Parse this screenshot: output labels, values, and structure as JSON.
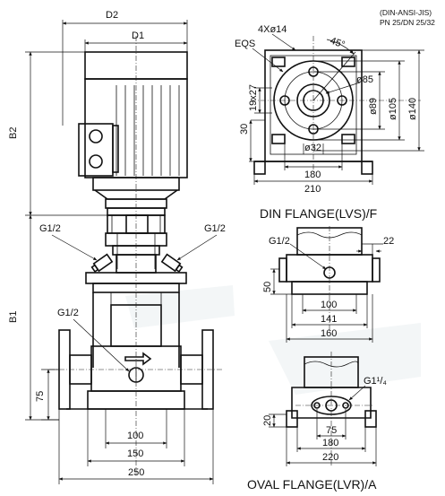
{
  "standards": {
    "line1": "(DIN-ANSI-JIS)",
    "line2": "PN 25/DN 25/32"
  },
  "pump": {
    "labels": {
      "d2": "D2",
      "d1": "D1",
      "b2": "B2",
      "b1": "B1",
      "g12_left": "G1/2",
      "g12_right": "G1/2",
      "g12_drain": "G1/2",
      "h75": "75",
      "w100": "100",
      "w150": "150",
      "w250": "250"
    }
  },
  "din_flange": {
    "title": "DIN FLANGE(LVS)/F",
    "labels": {
      "eqs": "EQS",
      "holes": "4Xø14",
      "angle": "45°",
      "d85": "ø85",
      "d89": "ø89",
      "d105": "ø105",
      "d140": "ø140",
      "h19x27": "19x27",
      "h30": "30",
      "d32": "ø32",
      "w180": "180",
      "w210": "210"
    }
  },
  "lvs_detail": {
    "labels": {
      "g12": "G1/2",
      "w22": "22",
      "h50": "50",
      "w100": "100",
      "w141": "141",
      "w160": "160"
    }
  },
  "oval_flange": {
    "title": "OVAL FLANGE(LVR)/A",
    "labels": {
      "g114": "G1¹/₄",
      "h20": "20",
      "w75": "75",
      "w180": "180",
      "w220": "220"
    }
  }
}
